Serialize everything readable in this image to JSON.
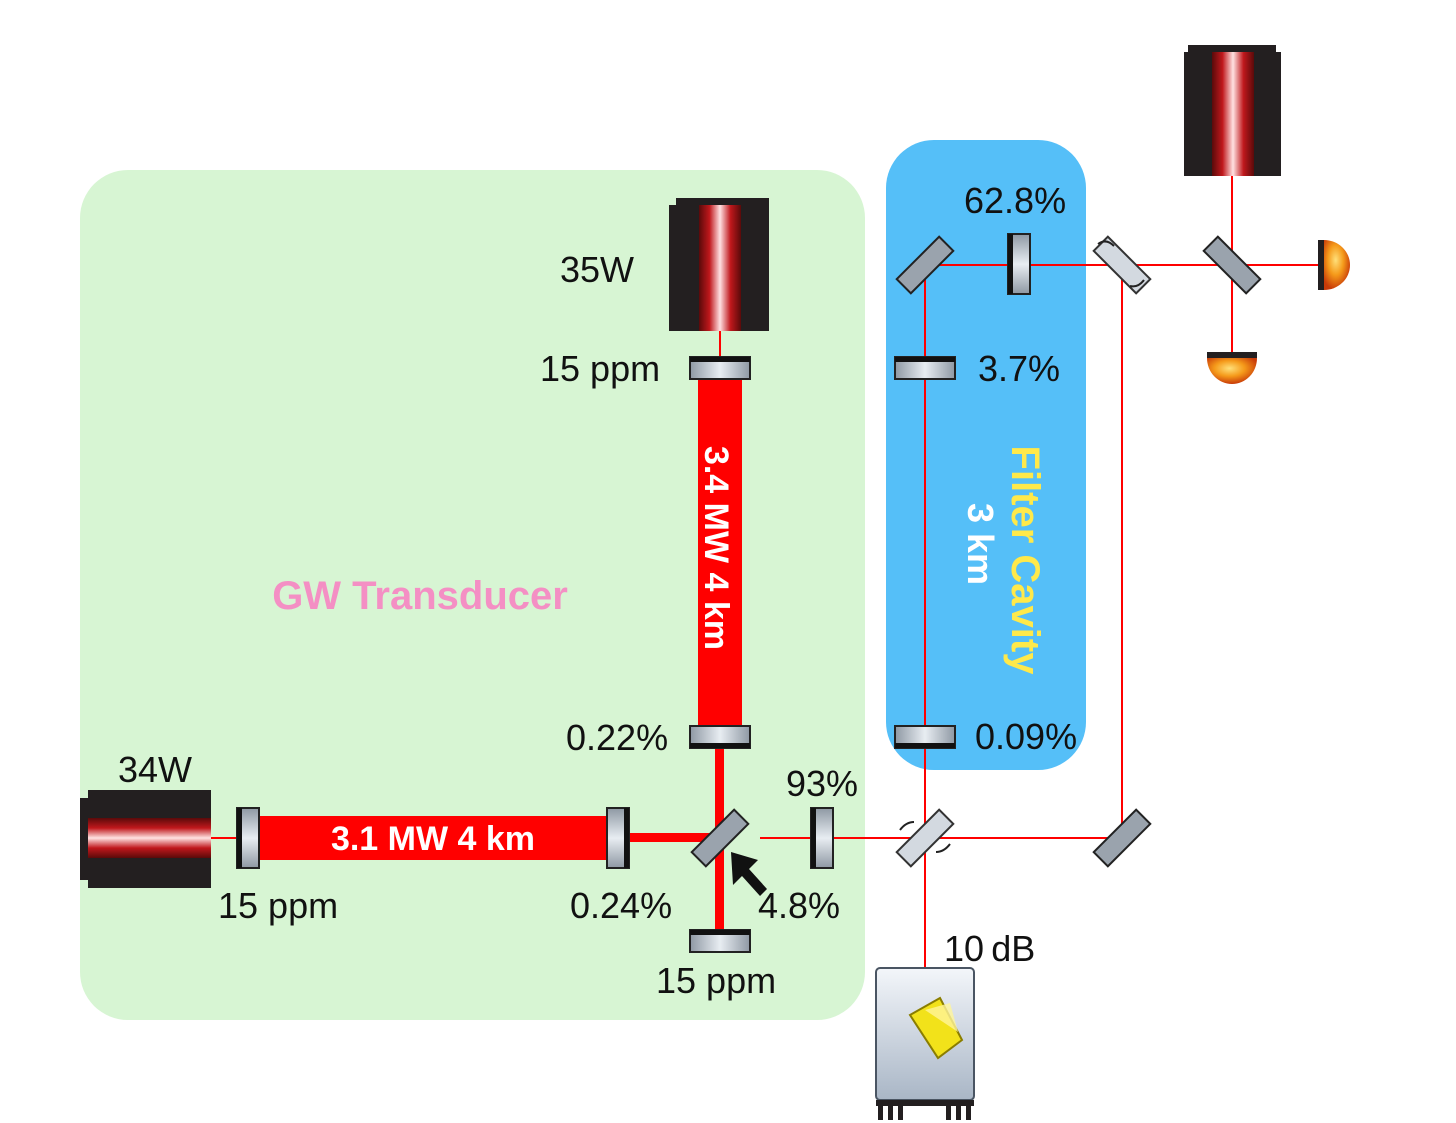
{
  "colors": {
    "gw_region": "#d7f5d3",
    "filter_region": "#55bff8",
    "beam": "#ff0000",
    "title_pink": "#f48fc4",
    "title_yellow": "#ffe94a",
    "mirror": "#aeb6bf",
    "laser_body": "#231f20",
    "detector": "#e34a0a"
  },
  "regions": {
    "gw_transducer": "GW Transducer",
    "filter_cavity": "Filter Cavity",
    "filter_length": "3 km"
  },
  "lasers": {
    "top": "35W",
    "left": "34W"
  },
  "arms": {
    "vertical": "3.4 MW 4 km",
    "horizontal": "3.1 MW 4 km"
  },
  "mirrors": {
    "vertical_end": "15 ppm",
    "vertical_input": "0.22%",
    "horizontal_end": "15 ppm",
    "horizontal_input": "0.24%",
    "bottom_end": "15 ppm",
    "signal_recycling": "93%",
    "splitter": "4.8%"
  },
  "filter_mirrors": {
    "top": "62.8%",
    "middle": "3.7%",
    "bottom": "0.09%"
  },
  "squeezer": "10 dB"
}
